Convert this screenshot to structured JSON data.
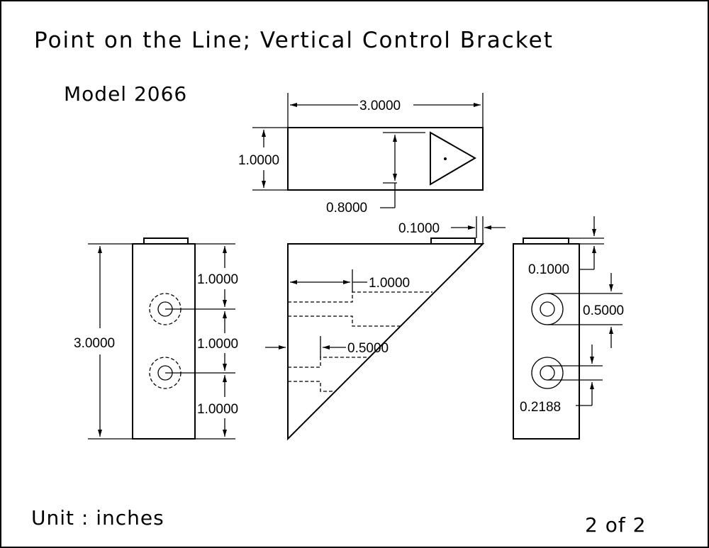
{
  "title": "Point on the Line; Vertical Control Bracket",
  "model": "Model 2066",
  "unit": "Unit : inches",
  "page": "2 of 2",
  "top_view": {
    "width_dim": "3.0000",
    "height_dim": "1.0000",
    "inner_dim": "0.8000"
  },
  "left_view": {
    "height_dim": "3.0000",
    "spacing_1": "1.0000",
    "spacing_2": "1.0000",
    "spacing_3": "1.0000"
  },
  "front_view": {
    "tab_dim": "0.1000",
    "step_dim": "1.0000",
    "step_small_dim": "0.5000"
  },
  "right_view": {
    "tab_height_dim": "0.1000",
    "hole_dim": "0.5000",
    "small_hole_dim": "0.2188"
  }
}
